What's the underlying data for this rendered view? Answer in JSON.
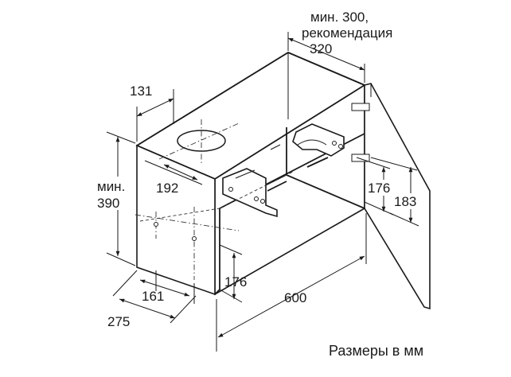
{
  "diagram": {
    "dimensions": {
      "min300": "мин. 300,",
      "recommend": "рекомендация",
      "d320": "320",
      "d131": "131",
      "min390_a": "мин.",
      "min390_b": "390",
      "d192": "192",
      "d176_left": "176",
      "d161": "161",
      "d275": "275",
      "d600": "600",
      "d176_right": "176",
      "d183": "183"
    },
    "caption": "Размеры в мм",
    "colors": {
      "line": "#1a1a1a",
      "background": "#ffffff"
    }
  }
}
